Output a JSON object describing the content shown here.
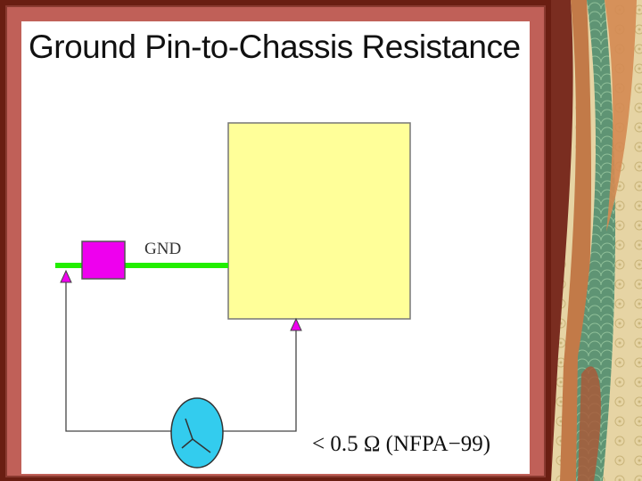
{
  "slide": {
    "title": "Ground Pin-to-Chassis Resistance"
  },
  "diagram": {
    "gnd_label": "GND",
    "spec_label": "< 0.5 Ω (NFPA−99)"
  },
  "colors": {
    "chassis_fill": "#ffff99",
    "connector_fill": "#ee00ee",
    "ground_wire": "#22ee00",
    "meter_fill": "#33ccee",
    "frame": "#c06058",
    "background": "#6a1e12"
  },
  "icons": {
    "meter": "ohmmeter-icon",
    "probe_arrows": "arrow-up-icon"
  }
}
